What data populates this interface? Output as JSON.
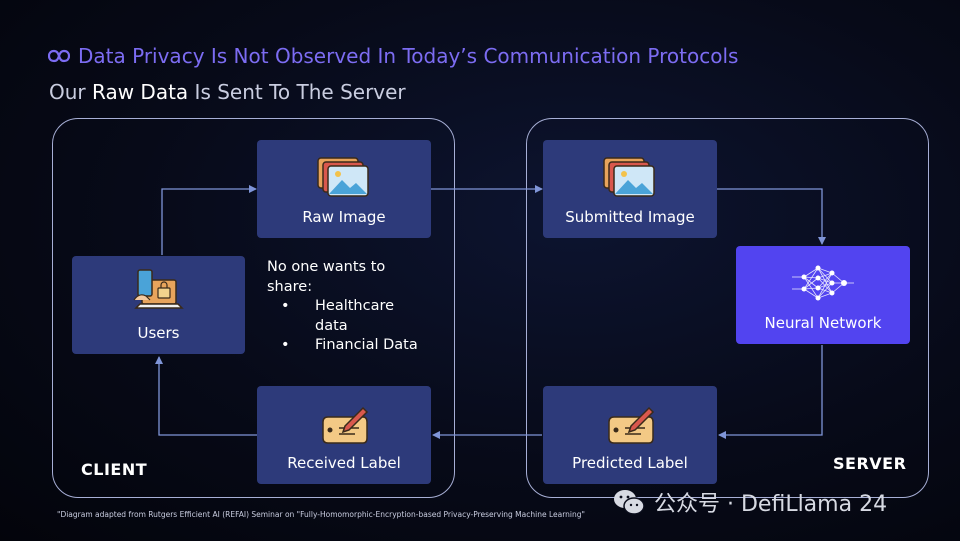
{
  "header": {
    "title": "Data Privacy Is Not Observed In Today’s Communication Protocols",
    "subtitle_pre": "Our ",
    "subtitle_em": "Raw Data",
    "subtitle_post": " Is Sent To The Server"
  },
  "client": {
    "label": "CLIENT",
    "users_label": "Users",
    "raw_image_label": "Raw Image",
    "received_label": "Received Label",
    "note": {
      "line1": "No one wants to",
      "line2": "share:",
      "items": [
        "Healthcare",
        "Financial Data"
      ],
      "item1_cont": "data"
    }
  },
  "server": {
    "label": "SERVER",
    "submitted_image_label": "Submitted Image",
    "neural_network_label": "Neural Network",
    "predicted_label": "Predicted Label"
  },
  "footnote": "\"Diagram adapted from Rutgers Efficient AI (REFAI) Seminar on \"Fully-Homomorphic-Encryption-based Privacy-Preserving Machine Learning\"",
  "watermark": "公众号 · DefiLlama 24",
  "colors": {
    "accent": "#7c6cf2",
    "box": "#2d3a7a",
    "neural_box": "#5244f0",
    "arrow": "#7f95d8",
    "border": "#a7afd6"
  },
  "icons": [
    "infinity-icon",
    "image-stack-icon",
    "user-devices-icon",
    "label-pen-icon",
    "neural-network-icon",
    "wechat-logo"
  ]
}
